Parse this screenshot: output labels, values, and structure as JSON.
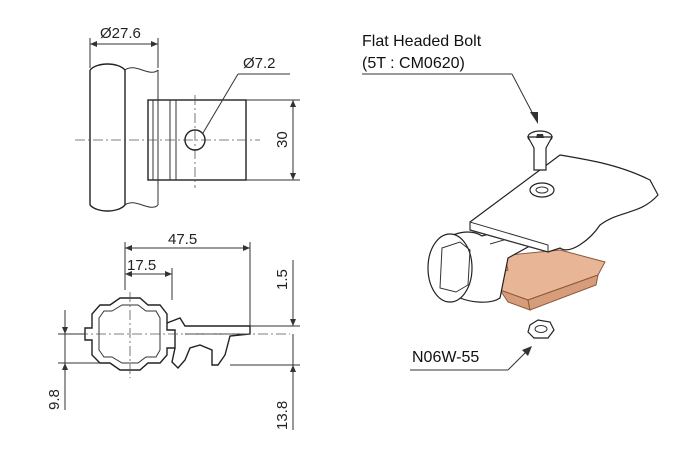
{
  "dimensions": {
    "tube_diameter": "Ø27.6",
    "hole_diameter": "Ø7.2",
    "height": "30",
    "overall_length": "47.5",
    "offset_length": "17.5",
    "top_thickness": "1.5",
    "left_height": "9.8",
    "right_height": "13.8"
  },
  "callouts": {
    "bolt_name": "Flat Headed Bolt",
    "bolt_code": "(5T : CM0620)",
    "nut_code": "N06W-55"
  },
  "colors": {
    "line": "#222222",
    "part_fill": "#e8b596"
  }
}
